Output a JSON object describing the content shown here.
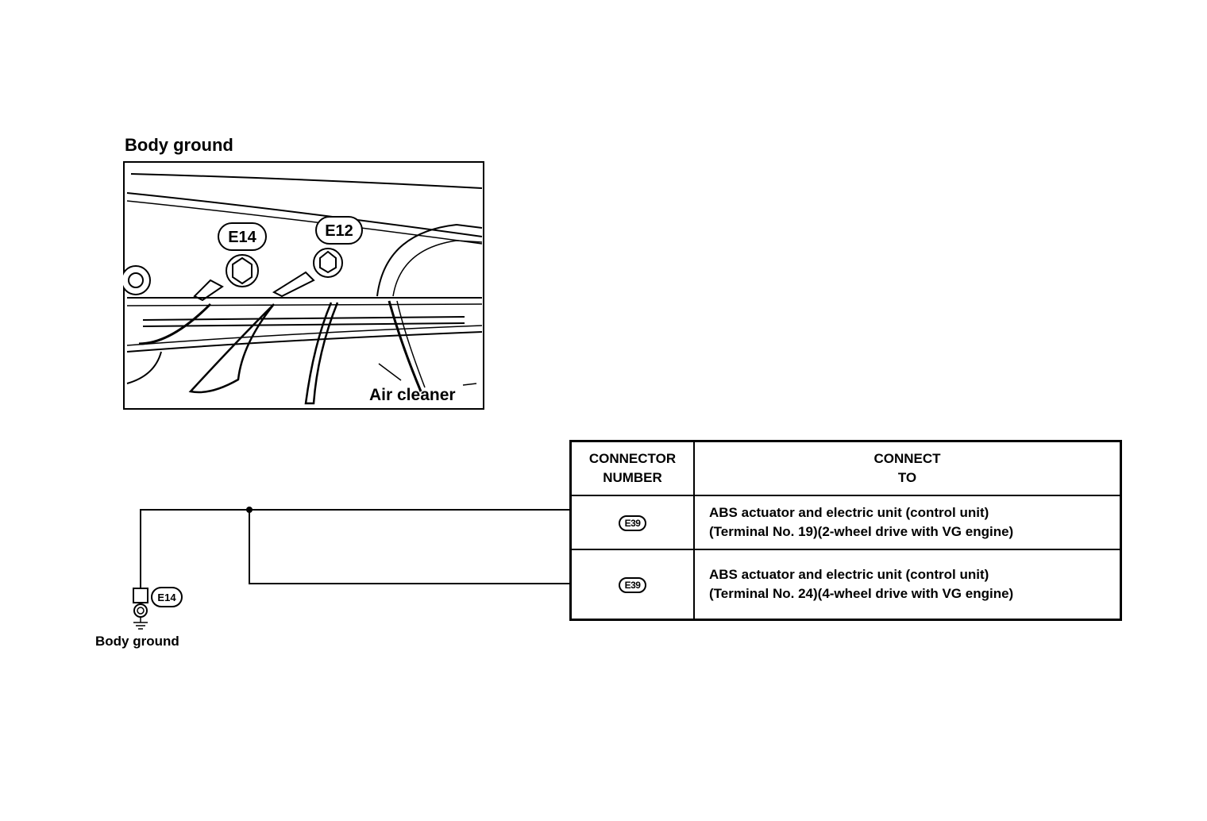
{
  "illustration": {
    "title": "Body ground",
    "callouts": [
      "E14",
      "E12"
    ],
    "air_cleaner_label": "Air cleaner"
  },
  "wiring": {
    "ground_connector": "E14",
    "ground_label": "Body ground"
  },
  "table": {
    "headers": {
      "number": "CONNECTOR\nNUMBER",
      "connect_to": "CONNECT\nTO"
    },
    "rows": [
      {
        "connector": "E39",
        "line1": "ABS actuator and electric unit (control unit)",
        "line2": "(Terminal No. 19)(2-wheel drive with VG engine)"
      },
      {
        "connector": "E39",
        "line1": "ABS actuator and electric unit (control unit)",
        "line2": "(Terminal No. 24)(4-wheel drive with VG engine)"
      }
    ]
  }
}
